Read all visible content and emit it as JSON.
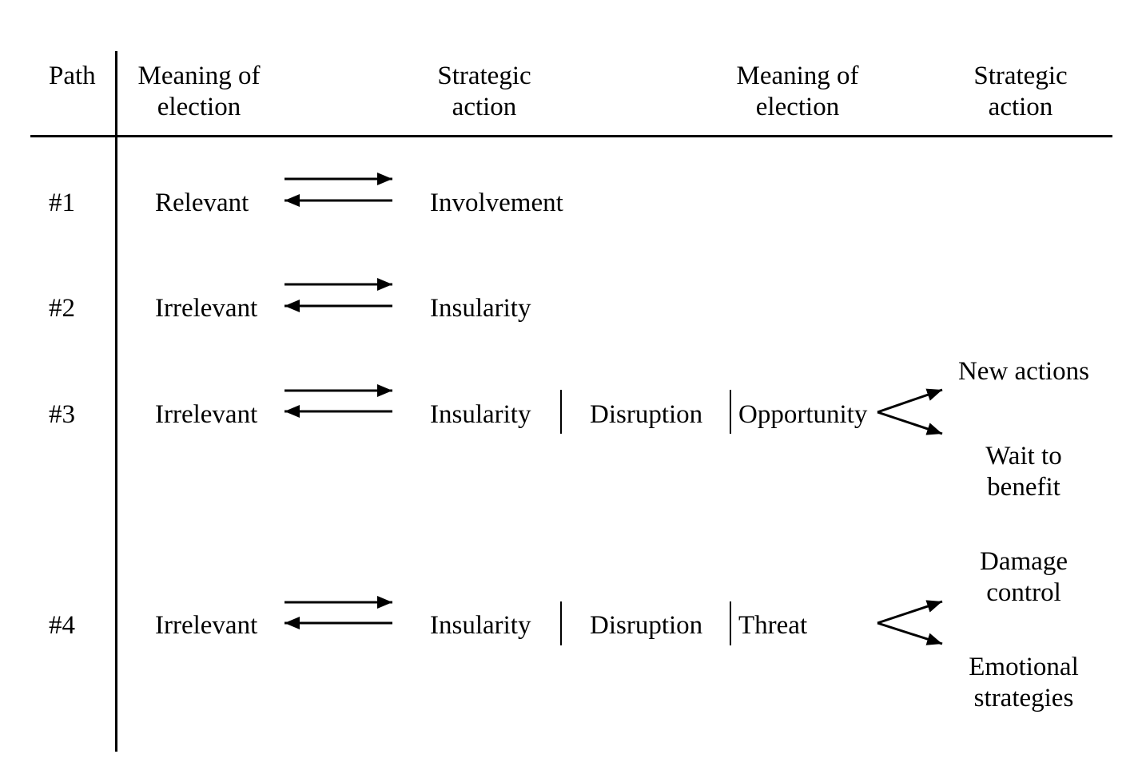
{
  "headers": {
    "path": "Path",
    "meaning1": [
      "Meaning of",
      "election"
    ],
    "action1": [
      "Strategic",
      "action"
    ],
    "meaning2": [
      "Meaning of",
      "election"
    ],
    "action2": [
      "Strategic",
      "action"
    ]
  },
  "rows": [
    {
      "path": "#1",
      "meaning": "Relevant",
      "action": "Involvement"
    },
    {
      "path": "#2",
      "meaning": "Irrelevant",
      "action": "Insularity"
    },
    {
      "path": "#3",
      "meaning": "Irrelevant",
      "action": "Insularity",
      "event": "Disruption",
      "meaning2": "Opportunity",
      "outcomes": [
        [
          "New actions"
        ],
        [
          "Wait to",
          "benefit"
        ]
      ]
    },
    {
      "path": "#4",
      "meaning": "Irrelevant",
      "action": "Insularity",
      "event": "Disruption",
      "meaning2": "Threat",
      "outcomes": [
        [
          "Damage",
          "control"
        ],
        [
          "Emotional",
          "strategies"
        ]
      ]
    }
  ]
}
